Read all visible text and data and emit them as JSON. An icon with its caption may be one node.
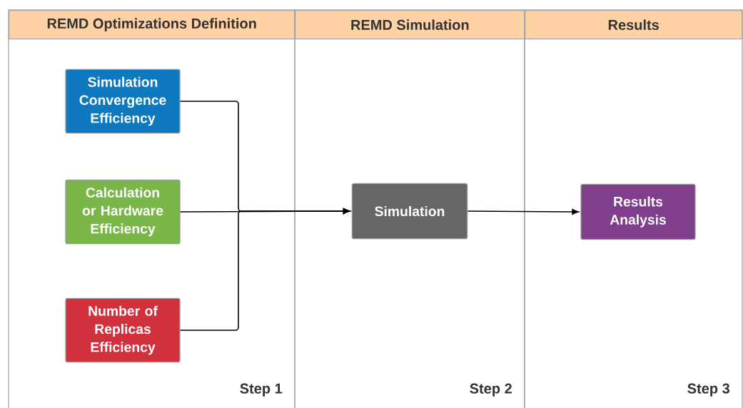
{
  "diagram": {
    "nodes": [
      {
        "text": [
          "REMD Optimizations Definition",
          "Step 1"
        ]
      },
      {
        "text": [
          "Simulation Convergence Efficiency"
        ],
        "in": 0
      },
      {
        "text": [
          "Calculation or Hardware Efficiency"
        ],
        "in": 0
      },
      {
        "text": [
          "Number of Replicas Efficiency"
        ],
        "in": 0
      },
      {
        "text": [
          "REMD Simulation",
          "Step 2"
        ]
      },
      {
        "text": [
          "Simulation"
        ],
        "in": 4
      },
      {
        "text": [
          "Results",
          "Step 3"
        ]
      },
      {
        "text": [
          "Results Analysis"
        ],
        "in": 6
      }
    ],
    "edges": [
      {
        "from": 1,
        "to": 5,
        "arrow": "to"
      },
      {
        "from": 2,
        "to": 5,
        "arrow": "to"
      },
      {
        "from": 3,
        "to": 5,
        "arrow": "to"
      },
      {
        "from": 5,
        "to": 7,
        "arrow": "to"
      }
    ]
  }
}
